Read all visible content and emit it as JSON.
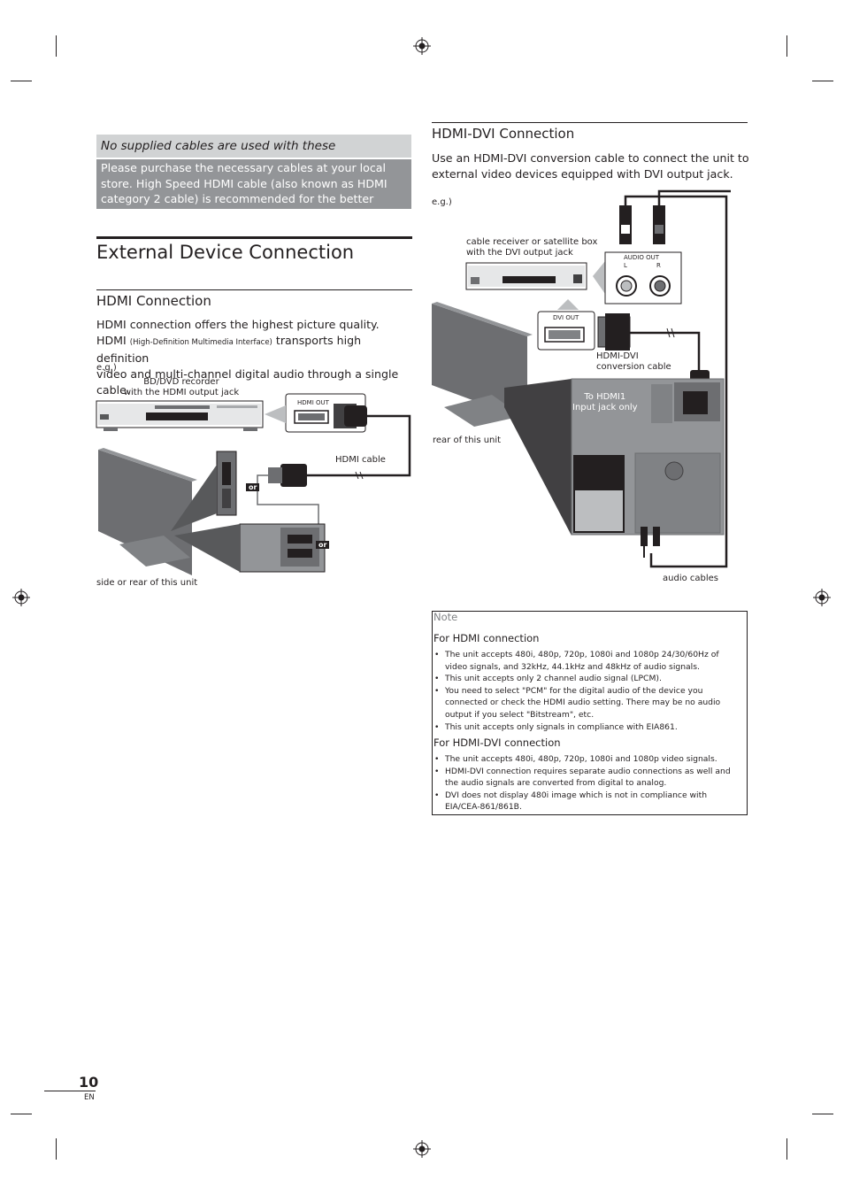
{
  "notice": {
    "title": "No supplied cables are used with these connections:",
    "body": "Please purchase the necessary cables at your local store. High Speed HDMI cable (also known as HDMI category 2 cable) is recommended for the better compatibility."
  },
  "section_title": "External Device Connection",
  "hdmi": {
    "heading": "HDMI Connection",
    "intro_line1": "HDMI connection offers the highest picture quality.",
    "intro_line2_a": "HDMI ",
    "intro_line2_abbrev": "(High-Definition Multimedia Interface)",
    "intro_line2_b": " transports high definition",
    "intro_line3": "video and multi-channel digital audio through a single cable.",
    "eg": "e.g.)",
    "recorder_label_1": "BD/DVD recorder",
    "recorder_label_2": "with the HDMI output jack",
    "hdmi_out": "HDMI OUT",
    "cable_label": "HDMI cable",
    "or": "or",
    "unit_label": "side or rear of this unit"
  },
  "hdmi_dvi": {
    "heading": "HDMI-DVI Connection",
    "intro_line1": "Use an HDMI-DVI conversion cable to connect the unit to",
    "intro_line2": "external video devices equipped with DVI output jack.",
    "eg": "e.g.)",
    "box_label_1": "cable receiver or satellite box",
    "box_label_2": "with the DVI output jack",
    "audio_out": "AUDIO OUT",
    "audio_l": "L",
    "audio_r": "R",
    "dvi_out": "DVI OUT",
    "conv_label_1": "HDMI-DVI",
    "conv_label_2": "conversion cable",
    "to_hdmi_1": "To HDMI1",
    "to_hdmi_2": "Input jack only",
    "rear_label": "rear of this unit",
    "audio_cables": "audio cables"
  },
  "note": {
    "title": "Note",
    "hdmi_heading": "For HDMI connection",
    "hdmi_items": [
      "The unit accepts 480i, 480p, 720p, 1080i and 1080p 24/30/60Hz of video signals, and 32kHz, 44.1kHz and 48kHz of audio signals.",
      "This unit accepts only 2 channel audio signal (LPCM).",
      "You need to select \"PCM\" for the digital audio of the device you connected or check the HDMI audio setting. There may be no audio output if you select \"Bitstream\", etc.",
      "This unit accepts only signals in compliance with EIA861."
    ],
    "dvi_heading": "For HDMI-DVI connection",
    "dvi_items": [
      "The unit accepts 480i, 480p, 720p, 1080i and 1080p video signals.",
      "HDMI-DVI connection requires separate audio connections as well and the audio signals are converted from digital to analog.",
      "DVI does not display 480i image which is not in compliance with EIA/CEA-861/861B."
    ]
  },
  "page": {
    "number": "10",
    "lang": "EN"
  }
}
